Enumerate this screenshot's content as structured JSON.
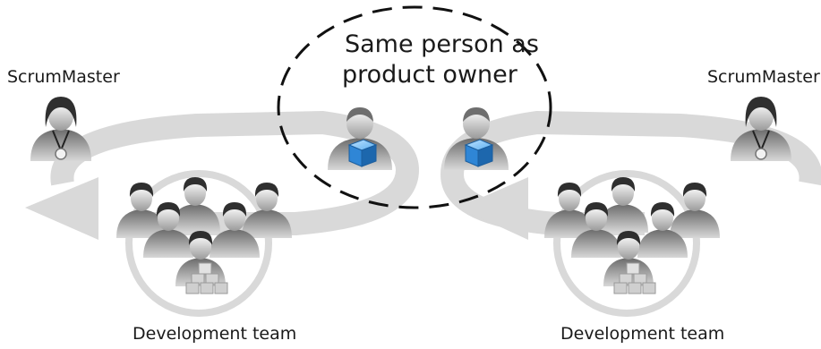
{
  "labels": {
    "scrum_master_left": "ScrumMaster",
    "scrum_master_right": "ScrumMaster",
    "shared_role_line1": "Same person as",
    "shared_role_line2": "product owner",
    "team_left": "Development team",
    "team_right": "Development team"
  },
  "icons": {
    "person": "person-icon",
    "scrum_master": "scrum-master-icon",
    "product_owner": "product-owner-icon",
    "product_cube": "cube-icon",
    "backlog_boxes": "stacked-boxes-icon",
    "cycle_arrow": "circular-arrow-icon"
  },
  "colors": {
    "loop_gray": "#d9d9d9",
    "figure_dark": "#3d3d3d",
    "figure_light": "#8a8a8a",
    "cube_blue": "#2f86d6",
    "ink": "#1a1a1a"
  }
}
